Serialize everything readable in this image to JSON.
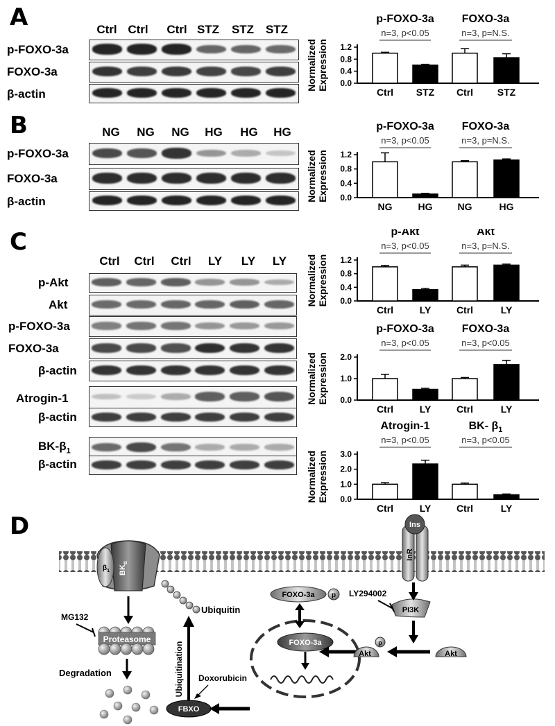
{
  "panels": {
    "A": {
      "label": "A",
      "lanes": [
        "Ctrl",
        "Ctrl",
        "Ctrl",
        "STZ",
        "STZ",
        "STZ"
      ],
      "rows": [
        {
          "label": "p-FOXO-3a",
          "intensity": [
            0.92,
            0.92,
            0.92,
            0.62,
            0.62,
            0.6
          ]
        },
        {
          "label": "FOXO-3a",
          "intensity": [
            0.85,
            0.8,
            0.82,
            0.78,
            0.76,
            0.8
          ]
        },
        {
          "label": "β-actin",
          "intensity": [
            0.92,
            0.92,
            0.92,
            0.92,
            0.92,
            0.92
          ]
        }
      ]
    },
    "B": {
      "label": "B",
      "lanes": [
        "NG",
        "NG",
        "NG",
        "HG",
        "HG",
        "HG"
      ],
      "rows": [
        {
          "label": "p-FOXO-3a",
          "intensity": [
            0.75,
            0.7,
            0.85,
            0.4,
            0.3,
            0.18
          ]
        },
        {
          "label": "FOXO-3a",
          "intensity": [
            0.88,
            0.88,
            0.88,
            0.88,
            0.88,
            0.88
          ]
        },
        {
          "label": "β-actin",
          "intensity": [
            0.92,
            0.92,
            0.92,
            0.92,
            0.92,
            0.92
          ]
        }
      ]
    },
    "C": {
      "label": "C",
      "lanes": [
        "Ctrl",
        "Ctrl",
        "Ctrl",
        "LY",
        "LY",
        "LY"
      ],
      "rows": [
        {
          "label": "p-Akt",
          "intensity": [
            0.65,
            0.62,
            0.65,
            0.4,
            0.4,
            0.3
          ]
        },
        {
          "label": "Akt",
          "intensity": [
            0.6,
            0.6,
            0.62,
            0.62,
            0.65,
            0.62
          ]
        },
        {
          "label": "p-FOXO-3a",
          "intensity": [
            0.5,
            0.55,
            0.55,
            0.4,
            0.38,
            0.38
          ]
        },
        {
          "label": "FOXO-3a",
          "intensity": [
            0.75,
            0.75,
            0.72,
            0.88,
            0.85,
            0.85
          ]
        },
        {
          "label": "β-actin",
          "intensity": [
            0.85,
            0.85,
            0.85,
            0.85,
            0.85,
            0.85
          ]
        },
        {
          "label": "Atrogin-1",
          "intensity": [
            0.2,
            0.15,
            0.3,
            0.65,
            0.65,
            0.7
          ]
        },
        {
          "label": "β-actin",
          "intensity": [
            0.8,
            0.8,
            0.8,
            0.8,
            0.8,
            0.8
          ]
        },
        {
          "label": "BK-β",
          "label_sub": "1",
          "intensity": [
            0.6,
            0.75,
            0.55,
            0.3,
            0.3,
            0.3
          ]
        },
        {
          "label": "β-actin",
          "intensity": [
            0.8,
            0.8,
            0.8,
            0.8,
            0.8,
            0.8
          ]
        }
      ]
    },
    "D": {
      "label": "D",
      "diagram": {
        "bk_alpha": "BK",
        "bk_alpha_sub": "α",
        "beta1": "β",
        "beta1_sub": "1",
        "ubiquitin": "Ubiquitin",
        "mg132": "MG132",
        "proteasome": "Proteasome",
        "degradation": "Degradation",
        "ubiquitination": "Ubiquitination",
        "doxorubicin": "Doxorubicin",
        "fbxo": "FBXO",
        "foxo_p": "FOXO-3a",
        "p": "p",
        "foxo_nuc": "FOXO-3a",
        "akt_p": "Akt",
        "akt": "Akt",
        "pi3k": "PI3K",
        "ly294002": "LY294002",
        "ins": "Ins",
        "inr": "InR"
      }
    }
  },
  "chart_data": [
    {
      "id": "A",
      "type": "bar",
      "ylabel": "Normalized Expression",
      "ylim": [
        0,
        1.2
      ],
      "yticks": [
        0.0,
        0.4,
        0.8,
        1.2
      ],
      "categories": [
        "Ctrl",
        "STZ",
        "Ctrl",
        "STZ"
      ],
      "values": [
        1.0,
        0.6,
        1.0,
        0.85
      ],
      "errors": [
        0.03,
        0.03,
        0.15,
        0.13
      ],
      "fills": [
        "#ffffff",
        "#000000",
        "#ffffff",
        "#000000"
      ],
      "groups": [
        {
          "title": "p-FOXO-3a",
          "title_sub": "",
          "stat": "n=3, p<0.05"
        },
        {
          "title": "FOXO-3a",
          "title_sub": "",
          "stat": "n=3, p=N.S."
        }
      ]
    },
    {
      "id": "B",
      "type": "bar",
      "ylabel": "Normalized Expression",
      "ylim": [
        0,
        1.2
      ],
      "yticks": [
        0.0,
        0.4,
        0.8,
        1.2
      ],
      "categories": [
        "NG",
        "HG",
        "NG",
        "HG"
      ],
      "values": [
        1.0,
        0.1,
        1.0,
        1.05
      ],
      "errors": [
        0.25,
        0.02,
        0.03,
        0.03
      ],
      "fills": [
        "#ffffff",
        "#000000",
        "#ffffff",
        "#000000"
      ],
      "groups": [
        {
          "title": "p-FOXO-3a",
          "title_sub": "",
          "stat": "n=3, p<0.05"
        },
        {
          "title": "FOXO-3a",
          "title_sub": "",
          "stat": "n=3, p=N.S."
        }
      ]
    },
    {
      "id": "C1",
      "type": "bar",
      "ylabel": "Normalized Expression",
      "ylim": [
        0,
        1.2
      ],
      "yticks": [
        0.0,
        0.4,
        0.8,
        1.2
      ],
      "categories": [
        "Ctrl",
        "LY",
        "Ctrl",
        "LY"
      ],
      "values": [
        1.0,
        0.33,
        1.0,
        1.05
      ],
      "errors": [
        0.04,
        0.04,
        0.05,
        0.03
      ],
      "fills": [
        "#ffffff",
        "#000000",
        "#ffffff",
        "#000000"
      ],
      "groups": [
        {
          "title": "p-Akt",
          "title_sub": "",
          "stat": "n=3, p<0.05"
        },
        {
          "title": "Akt",
          "title_sub": "",
          "stat": "n=3, p=N.S."
        }
      ]
    },
    {
      "id": "C2",
      "type": "bar",
      "ylabel": "Normalized Expression",
      "ylim": [
        0,
        2.0
      ],
      "yticks": [
        0.0,
        1.0,
        2.0
      ],
      "categories": [
        "Ctrl",
        "LY",
        "Ctrl",
        "LY"
      ],
      "values": [
        1.0,
        0.5,
        1.0,
        1.65
      ],
      "errors": [
        0.2,
        0.05,
        0.05,
        0.2
      ],
      "fills": [
        "#ffffff",
        "#000000",
        "#ffffff",
        "#000000"
      ],
      "groups": [
        {
          "title": "p-FOXO-3a",
          "title_sub": "",
          "stat": "n=3, p<0.05"
        },
        {
          "title": "FOXO-3a",
          "title_sub": "",
          "stat": "n=3, p<0.05"
        }
      ]
    },
    {
      "id": "C3",
      "type": "bar",
      "ylabel": "Normalized Expression",
      "ylim": [
        0,
        3.0
      ],
      "yticks": [
        0.0,
        1.0,
        2.0,
        3.0
      ],
      "categories": [
        "Ctrl",
        "LY",
        "Ctrl",
        "LY"
      ],
      "values": [
        1.0,
        2.35,
        1.0,
        0.3
      ],
      "errors": [
        0.1,
        0.25,
        0.08,
        0.05
      ],
      "fills": [
        "#ffffff",
        "#000000",
        "#ffffff",
        "#000000"
      ],
      "groups": [
        {
          "title": "Atrogin-1",
          "title_sub": "",
          "stat": "n=3, p<0.05"
        },
        {
          "title": "BK- β",
          "title_sub": "1",
          "stat": "n=3, p<0.05"
        }
      ]
    }
  ]
}
